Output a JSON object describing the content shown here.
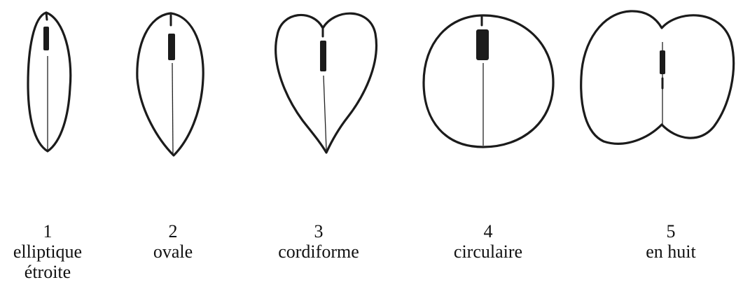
{
  "shapes": [
    {
      "number": "1",
      "name": "elliptique\nétroite"
    },
    {
      "number": "2",
      "name": "ovale"
    },
    {
      "number": "3",
      "name": "cordiforme"
    },
    {
      "number": "4",
      "name": "circulaire"
    },
    {
      "number": "5",
      "name": "en huit"
    }
  ]
}
